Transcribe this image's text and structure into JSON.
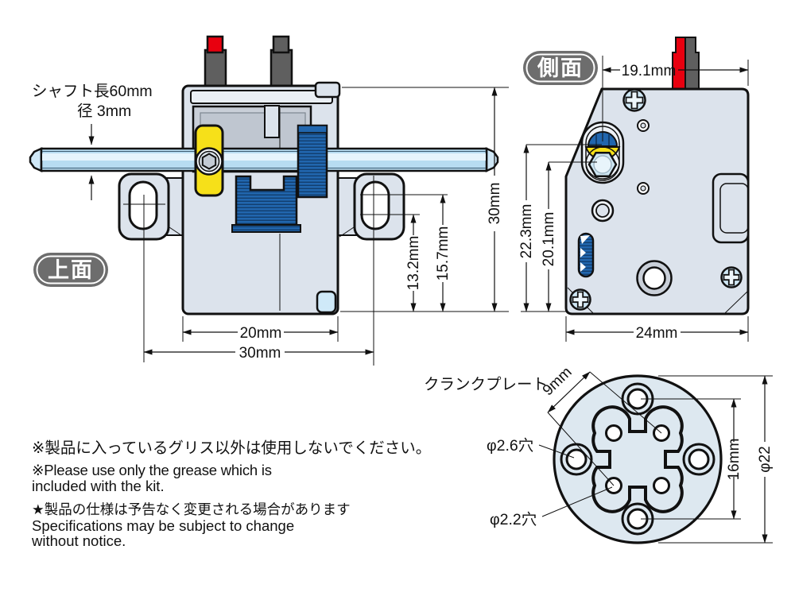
{
  "badges": {
    "top_view": "上面",
    "side_view": "側面"
  },
  "shaft_note": {
    "line1": "シャフト長60mm",
    "line2": "径 3mm"
  },
  "top_view": {
    "dim_body_width": "20mm",
    "dim_mount_hole_span": "30mm",
    "dim_depth": "30mm",
    "dim_hole_inner": "13.2mm",
    "dim_hole_outer": "15.7mm"
  },
  "side_view": {
    "dim_shaft_to_edge": "19.1mm",
    "dim_hub_top_height": "22.3mm",
    "dim_shaft_center_height": "20.1mm",
    "dim_width": "24mm"
  },
  "crank_plate": {
    "title": "クランクプレート",
    "dim_small_hole_pitch": "9mm",
    "dim_large_hole_pitch": "16mm",
    "dim_diameter": "φ22",
    "label_large_hole": "φ2.6穴",
    "label_small_hole": "φ2.2穴"
  },
  "notes": {
    "grease_jp": "※製品に入っているグリス以外は使用しないでください。",
    "grease_en_1": "※Please use only the grease which is",
    "grease_en_2": "included with the kit.",
    "spec_jp": "★製品の仕様は予告なく変更される場合があります",
    "spec_en_1": "Specifications may be subject to change",
    "spec_en_2": "without notice."
  },
  "colors": {
    "body_fill": "#dce3ec",
    "panel_gray": "#c9cfd8",
    "gear_blue": "#2166ae",
    "gear_dark": "#123e6e",
    "clamp_yellow": "#f6e019",
    "wire_red": "#e8000f",
    "wire_gray": "#5f5f5f",
    "shaft_blue": "#b7dcf1",
    "shaft_hi": "#e6f4fc",
    "screw_blue": "#cfe7f4",
    "plate_fill": "#dde8f0",
    "badge_gray": "#6d6d6d",
    "note_red": "#e60012"
  }
}
